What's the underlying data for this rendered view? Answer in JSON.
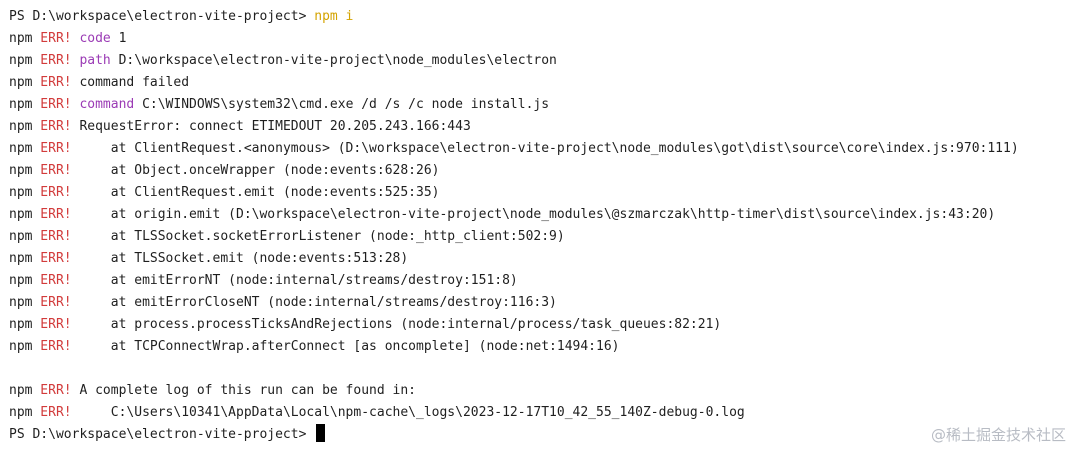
{
  "colors": {
    "background": "#ffffff",
    "text": "#1f1f1f",
    "err": "#d23b3b",
    "keyword": "#9b3bb5",
    "command": "#d4a300",
    "cursor": "#000000",
    "watermark": "#b8bcc4"
  },
  "terminal": {
    "prompt_path": "PS D:\\workspace\\electron-vite-project> ",
    "first_command": "npm i",
    "npm": "npm",
    "err": " ERR!",
    "lines": {
      "code_key": "code",
      "code_value": " 1",
      "path_key": "path",
      "path_value": " D:\\workspace\\electron-vite-project\\node_modules\\electron",
      "command_failed": "command failed",
      "command_key": "command",
      "command_value": " C:\\WINDOWS\\system32\\cmd.exe /d /s /c node install.js",
      "request_error": "RequestError: connect ETIMEDOUT 20.205.243.166:443",
      "stack": [
        "    at ClientRequest.<anonymous> (D:\\workspace\\electron-vite-project\\node_modules\\got\\dist\\source\\core\\index.js:970:111)",
        "    at Object.onceWrapper (node:events:628:26)",
        "    at ClientRequest.emit (node:events:525:35)",
        "    at origin.emit (D:\\workspace\\electron-vite-project\\node_modules\\@szmarczak\\http-timer\\dist\\source\\index.js:43:20)",
        "    at TLSSocket.socketErrorListener (node:_http_client:502:9)",
        "    at TLSSocket.emit (node:events:513:28)",
        "    at emitErrorNT (node:internal/streams/destroy:151:8)",
        "    at emitErrorCloseNT (node:internal/streams/destroy:116:3)",
        "    at process.processTicksAndRejections (node:internal/process/task_queues:82:21)",
        "    at TCPConnectWrap.afterConnect [as oncomplete] (node:net:1494:16)"
      ],
      "log_intro": "A complete log of this run can be found in:",
      "log_path": "    C:\\Users\\10341\\AppData\\Local\\npm-cache\\_logs\\2023-12-17T10_42_55_140Z-debug-0.log"
    },
    "final_prompt": "PS D:\\workspace\\electron-vite-project> "
  },
  "watermark": "@稀土掘金技术社区"
}
